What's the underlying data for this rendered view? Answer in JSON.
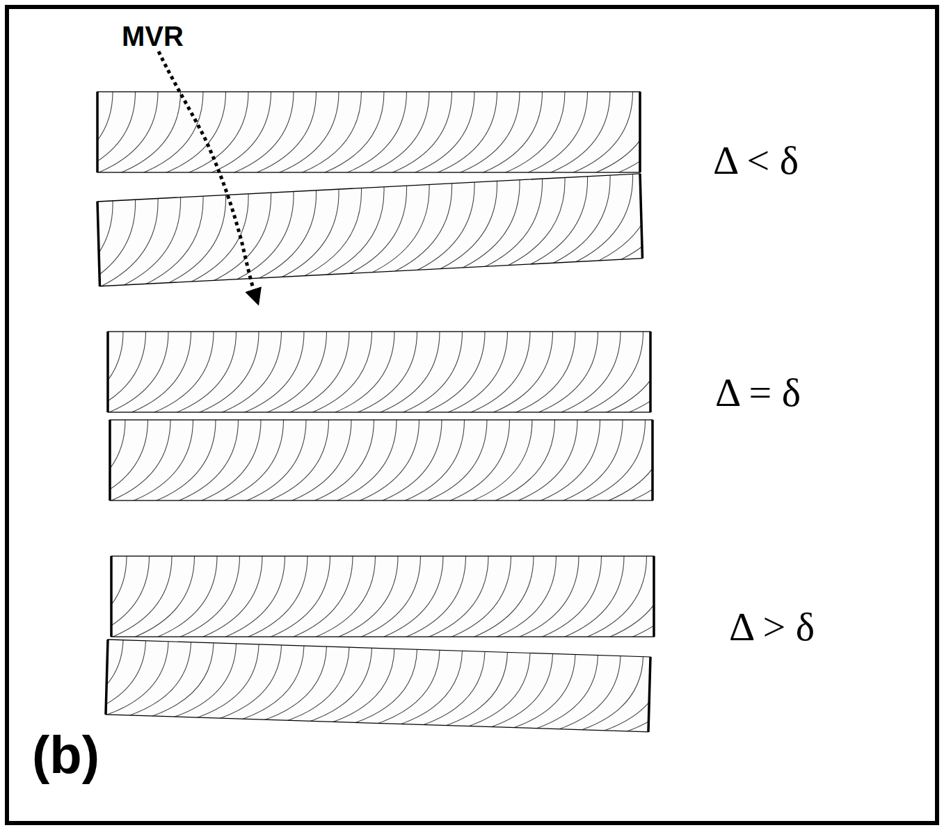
{
  "diagram": {
    "labels": [
      "MVR",
      "Δ < δ",
      "Δ = δ",
      "Δ > δ",
      "(b)"
    ]
  }
}
